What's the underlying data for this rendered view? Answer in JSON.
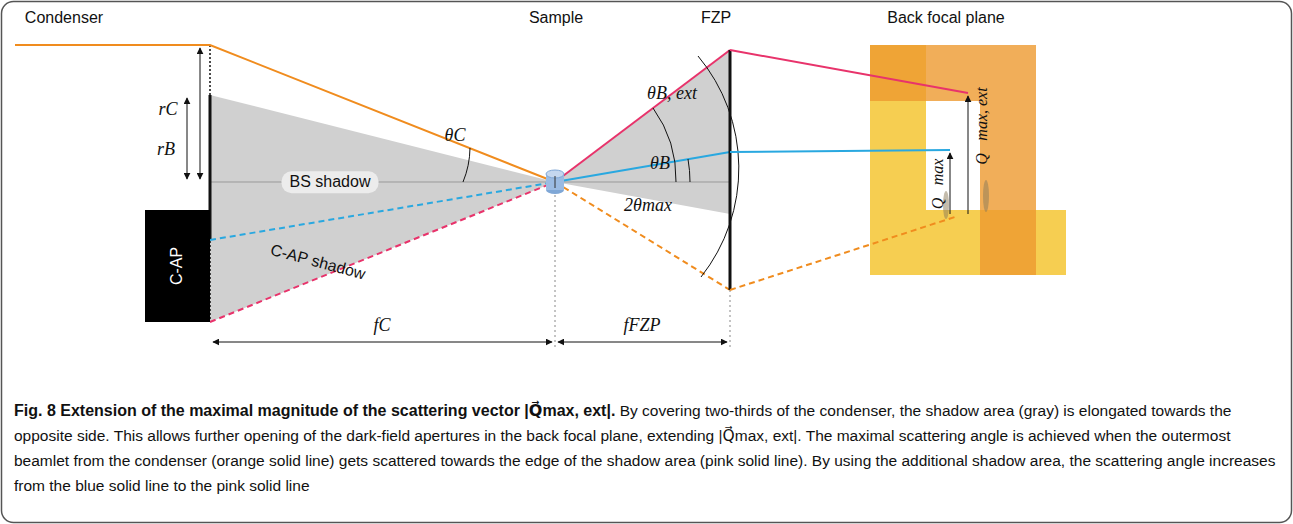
{
  "diagram": {
    "title": "Fig. 8 Extension of the maximal magnitude of the scattering vector |Q⃗max, ext|.",
    "caption": "By covering two-thirds of the condenser, the shadow area (gray) is elongated towards the opposite side. This allows further opening of the dark-field apertures in the back focal plane, extending |Q⃗max, ext|. The maximal scattering angle is achieved when the outermost beamlet from the condenser (orange solid line) gets scattered towards the edge of the shadow area (pink solid line). By using the additional shadow area, the scattering angle increases from the blue solid line to the pink solid line",
    "nodes": [
      {
        "text": [
          "C-AP"
        ]
      }
    ],
    "labels": [
      "Condenser",
      "Sample",
      "FZP",
      "Back focal plane",
      "rC",
      "rB",
      "BS shadow",
      "C-AP shadow",
      "θC",
      "θB, ext",
      "θB",
      "2θmax",
      "fC",
      "fFZP",
      "Q⃗max",
      "Q⃗max, ext"
    ]
  }
}
